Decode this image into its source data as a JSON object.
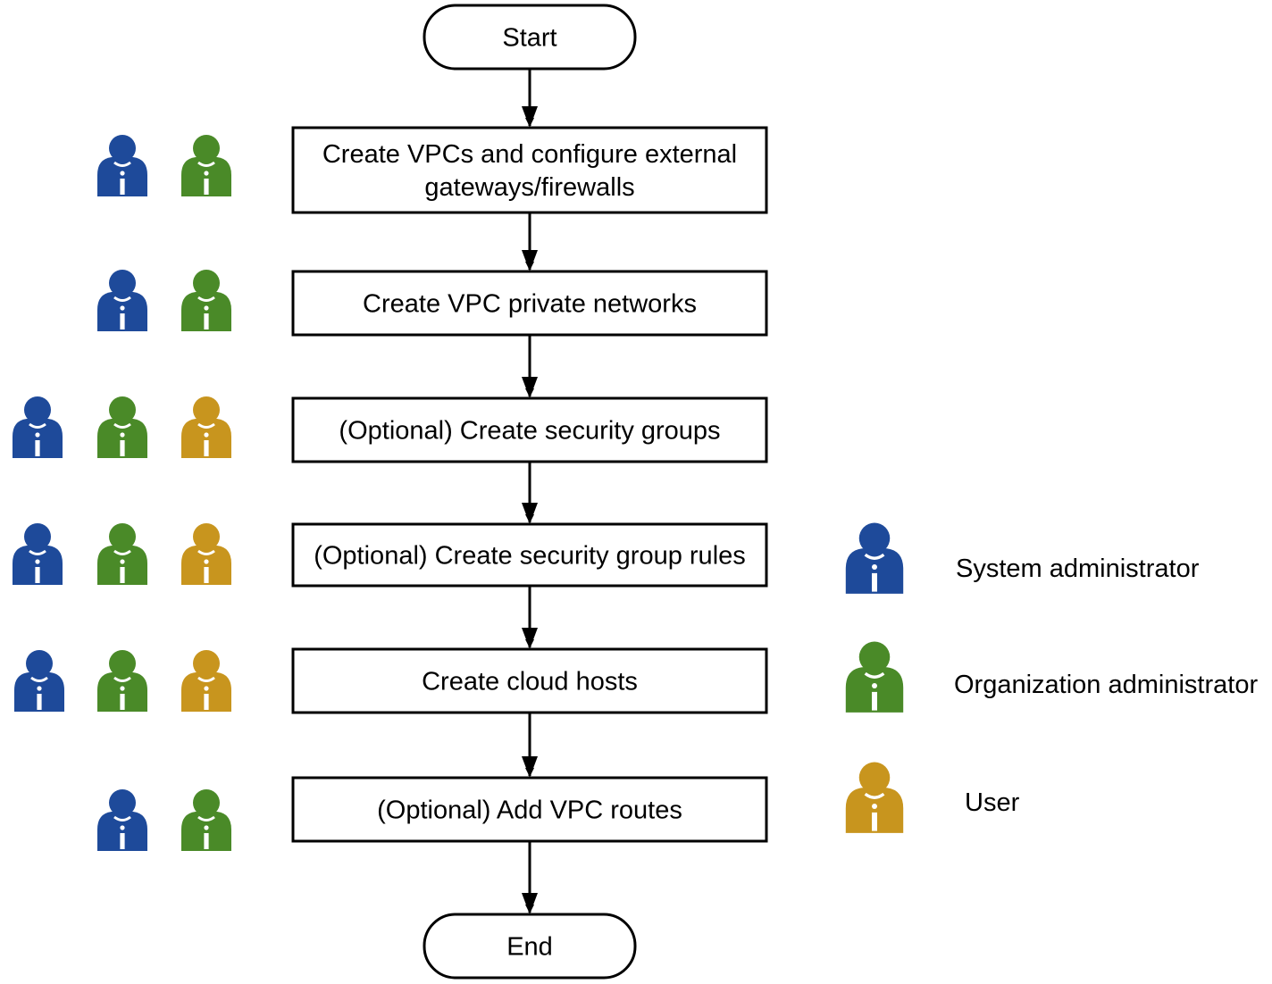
{
  "colors": {
    "system_admin": "#1e4a9a",
    "org_admin": "#4a8a28",
    "user": "#c8951e",
    "stroke": "#000000"
  },
  "flow": {
    "start": "Start",
    "end": "End",
    "steps": [
      {
        "lines": [
          "Create VPCs and configure external",
          "gateways/firewalls"
        ],
        "roles": [
          "system_admin",
          "org_admin"
        ]
      },
      {
        "lines": [
          "Create VPC private networks"
        ],
        "roles": [
          "system_admin",
          "org_admin"
        ]
      },
      {
        "lines": [
          "(Optional) Create security groups"
        ],
        "roles": [
          "system_admin",
          "org_admin",
          "user"
        ]
      },
      {
        "lines": [
          "(Optional) Create security group rules"
        ],
        "roles": [
          "system_admin",
          "org_admin",
          "user"
        ]
      },
      {
        "lines": [
          "Create cloud hosts"
        ],
        "roles": [
          "system_admin",
          "org_admin",
          "user"
        ]
      },
      {
        "lines": [
          "(Optional) Add VPC routes"
        ],
        "roles": [
          "system_admin",
          "org_admin"
        ]
      }
    ]
  },
  "legend": [
    {
      "role": "system_admin",
      "label": "System administrator",
      "icon": "person-icon"
    },
    {
      "role": "org_admin",
      "label": "Organization administrator",
      "icon": "person-icon"
    },
    {
      "role": "user",
      "label": "User",
      "icon": "person-icon"
    }
  ]
}
